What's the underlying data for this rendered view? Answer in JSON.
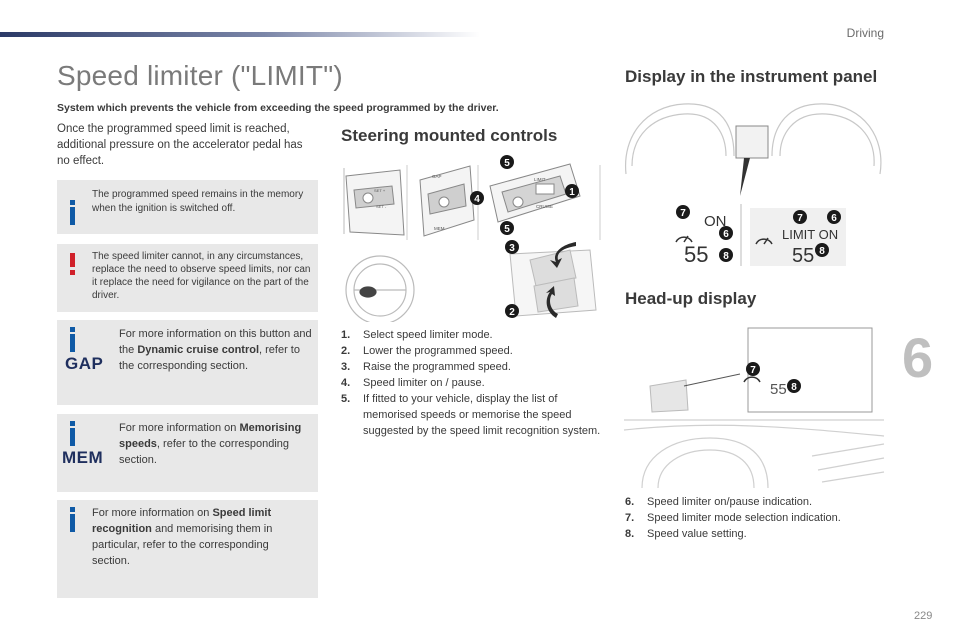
{
  "header": {
    "section": "Driving"
  },
  "page": {
    "number": "229",
    "chapter": "6"
  },
  "title": "Speed limiter (\"LIMIT\")",
  "subtitle": "System which prevents the vehicle from exceeding the speed programmed by the driver.",
  "intro": "Once the programmed speed limit is reached, additional pressure on the accelerator pedal has no effect.",
  "info_boxes": {
    "memory": "The programmed speed remains in the memory when the ignition is switched off.",
    "warning": "The speed limiter cannot, in any circumstances, replace the need to observe speed limits, nor can it replace the need for vigilance on the part of the driver.",
    "gap": {
      "icon_text": "GAP",
      "pre": "For more information on this button and the ",
      "bold": "Dynamic cruise control",
      "post": ", refer to the corresponding section."
    },
    "mem": {
      "icon_text": "MEM",
      "pre": "For more information on ",
      "bold": "Memorising speeds",
      "post": ", refer to the corresponding section."
    },
    "recognition": {
      "pre": "For more information on ",
      "bold": "Speed limit recognition",
      "post": " and memorising them in particular, refer to the corresponding section."
    }
  },
  "steering": {
    "heading": "Steering mounted controls",
    "steps": [
      {
        "num": "1.",
        "text": "Select speed limiter mode."
      },
      {
        "num": "2.",
        "text": "Lower the programmed speed."
      },
      {
        "num": "3.",
        "text": "Raise the programmed speed."
      },
      {
        "num": "4.",
        "text": "Speed limiter on / pause."
      },
      {
        "num": "5.",
        "text": "If fitted to your vehicle, display the list of memorised speeds or memorise the speed suggested by the speed limit recognition system."
      }
    ],
    "stalk_labels": {
      "limit": "LIMIT",
      "cruise": "CRUISE",
      "set_plus": "SET +",
      "set_minus": "SET -",
      "gap": "GAP",
      "mem": "MEM"
    },
    "callouts": [
      "1",
      "2",
      "3",
      "4",
      "5"
    ]
  },
  "instrument": {
    "heading": "Display in the instrument panel",
    "on_text": "ON",
    "limit_on_text": "LIMIT ON",
    "speed": "55",
    "callouts": [
      "6",
      "7",
      "8"
    ]
  },
  "hud": {
    "heading": "Head-up display",
    "speed": "55",
    "legend": [
      {
        "num": "6.",
        "text": "Speed limiter on/pause indication."
      },
      {
        "num": "7.",
        "text": "Speed limiter mode selection indication."
      },
      {
        "num": "8.",
        "text": "Speed value setting."
      }
    ]
  }
}
